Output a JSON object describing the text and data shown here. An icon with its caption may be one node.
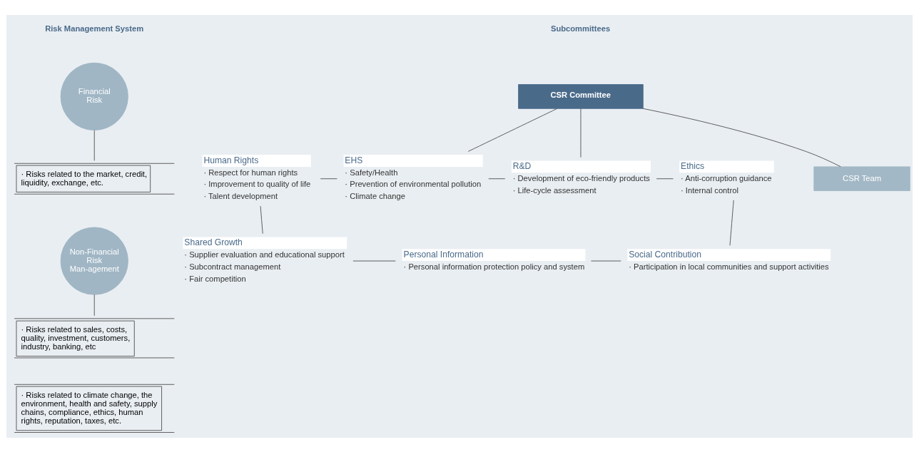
{
  "diagram": {
    "nodes": [
      {
        "text": [
          "Financial Risk"
        ]
      },
      {
        "text": [
          "· Risks related to the market, credit, liquidity, exchange, etc."
        ]
      },
      {
        "text": [
          "Non-Financial Risk Man-agement"
        ]
      },
      {
        "text": [
          "· Risks related to sales, costs, quality, investment, customers, industry, banking, etc"
        ]
      },
      {
        "text": [
          "· Risks related to climate change, the environment, health and safety, supply chains, compliance, ethics, human rights, reputation, taxes, etc."
        ]
      },
      {
        "text": [
          "CSR Committee"
        ]
      },
      {
        "text": [
          "CSR Team"
        ]
      },
      {
        "text": [
          "Human Rights",
          "· Respect for human rights",
          "· Improvement to quality of life",
          "· Talent development"
        ]
      },
      {
        "text": [
          "EHS",
          "· Safety/Health",
          "· Prevention of environmental pollution",
          "· Climate change"
        ]
      },
      {
        "text": [
          "R&D",
          "· Development of eco-friendly products",
          "· Life-cycle assessment"
        ]
      },
      {
        "text": [
          "Ethics",
          "· Anti-corruption guidance",
          "· Internal control"
        ]
      },
      {
        "text": [
          "Shared Growth",
          "· Supplier evaluation and educational support",
          "· Subcontract management",
          "· Fair competition"
        ]
      },
      {
        "text": [
          "Personal Information",
          "· Personal information protection policy and system"
        ]
      },
      {
        "text": [
          "Social Contribution",
          "· Participation in local communities and support activities"
        ]
      }
    ],
    "edges": [
      {
        "from": 0,
        "to": 1,
        "arrow": "none"
      },
      {
        "from": 2,
        "to": 3,
        "arrow": "none"
      },
      {
        "from": 5,
        "to": 6,
        "arrow": "none"
      },
      {
        "from": 5,
        "to": 8,
        "arrow": "none"
      },
      {
        "from": 5,
        "to": 9,
        "arrow": "none"
      },
      {
        "from": 7,
        "to": 8,
        "arrow": "none"
      },
      {
        "from": 8,
        "to": 9,
        "arrow": "none"
      },
      {
        "from": 9,
        "to": 10,
        "arrow": "none"
      },
      {
        "from": 7,
        "to": 11,
        "arrow": "none"
      },
      {
        "from": 10,
        "to": 13,
        "arrow": "none"
      },
      {
        "from": 11,
        "to": 12,
        "arrow": "none"
      },
      {
        "from": 12,
        "to": 13,
        "arrow": "none"
      }
    ],
    "labels": [
      "Risk Management System",
      "Subcommittees"
    ]
  }
}
